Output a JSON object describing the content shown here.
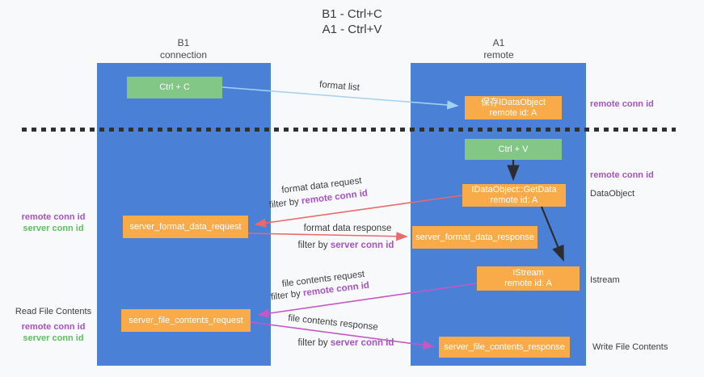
{
  "title": {
    "line1": "B1 - Ctrl+C",
    "line2": "A1 - Ctrl+V"
  },
  "columns": {
    "left": {
      "name": "B1",
      "role": "connection"
    },
    "right": {
      "name": "A1",
      "role": "remote"
    }
  },
  "nodes": {
    "ctrl_c": "Ctrl + C",
    "ctrl_v": "Ctrl + V",
    "save_idataobject": {
      "line1": "保存IDataObject",
      "line2": "remote id: A"
    },
    "getdata": {
      "line1": "IDataObject::GetData",
      "line2": "remote id: A"
    },
    "istream": {
      "line1": "IStream",
      "line2": "remote id: A"
    },
    "server_format_data_request": "server_format_data_request",
    "server_format_data_response": "server_format_data_response",
    "server_file_contents_request": "server_file_contents_request",
    "server_file_contents_response": "server_file_contents_response"
  },
  "flow": {
    "format_list": "format list",
    "format_data_request": "format data request",
    "format_data_response": "format data response",
    "file_contents_request": "file contents request",
    "file_contents_response": "file contents response",
    "filter_by": "filter by ",
    "remote_conn_id": "remote conn id",
    "server_conn_id": "server conn id"
  },
  "sides": {
    "remote_conn_id": "remote conn id",
    "server_conn_id": "server conn id",
    "dataobject": "DataObject",
    "istream": "Istream",
    "read_file_contents": "Read File Contents",
    "write_file_contents": "Write File Contents"
  },
  "colors": {
    "column_blue": "#4a80d6",
    "box_green": "#82c785",
    "box_orange": "#f9ab49",
    "label_purple": "#a653c4",
    "label_green": "#5fbf63",
    "arrow_blue": "#a3d1f0",
    "arrow_red": "#e86a6a",
    "arrow_magenta": "#c558c5",
    "arrow_black": "#2d2d2d"
  }
}
